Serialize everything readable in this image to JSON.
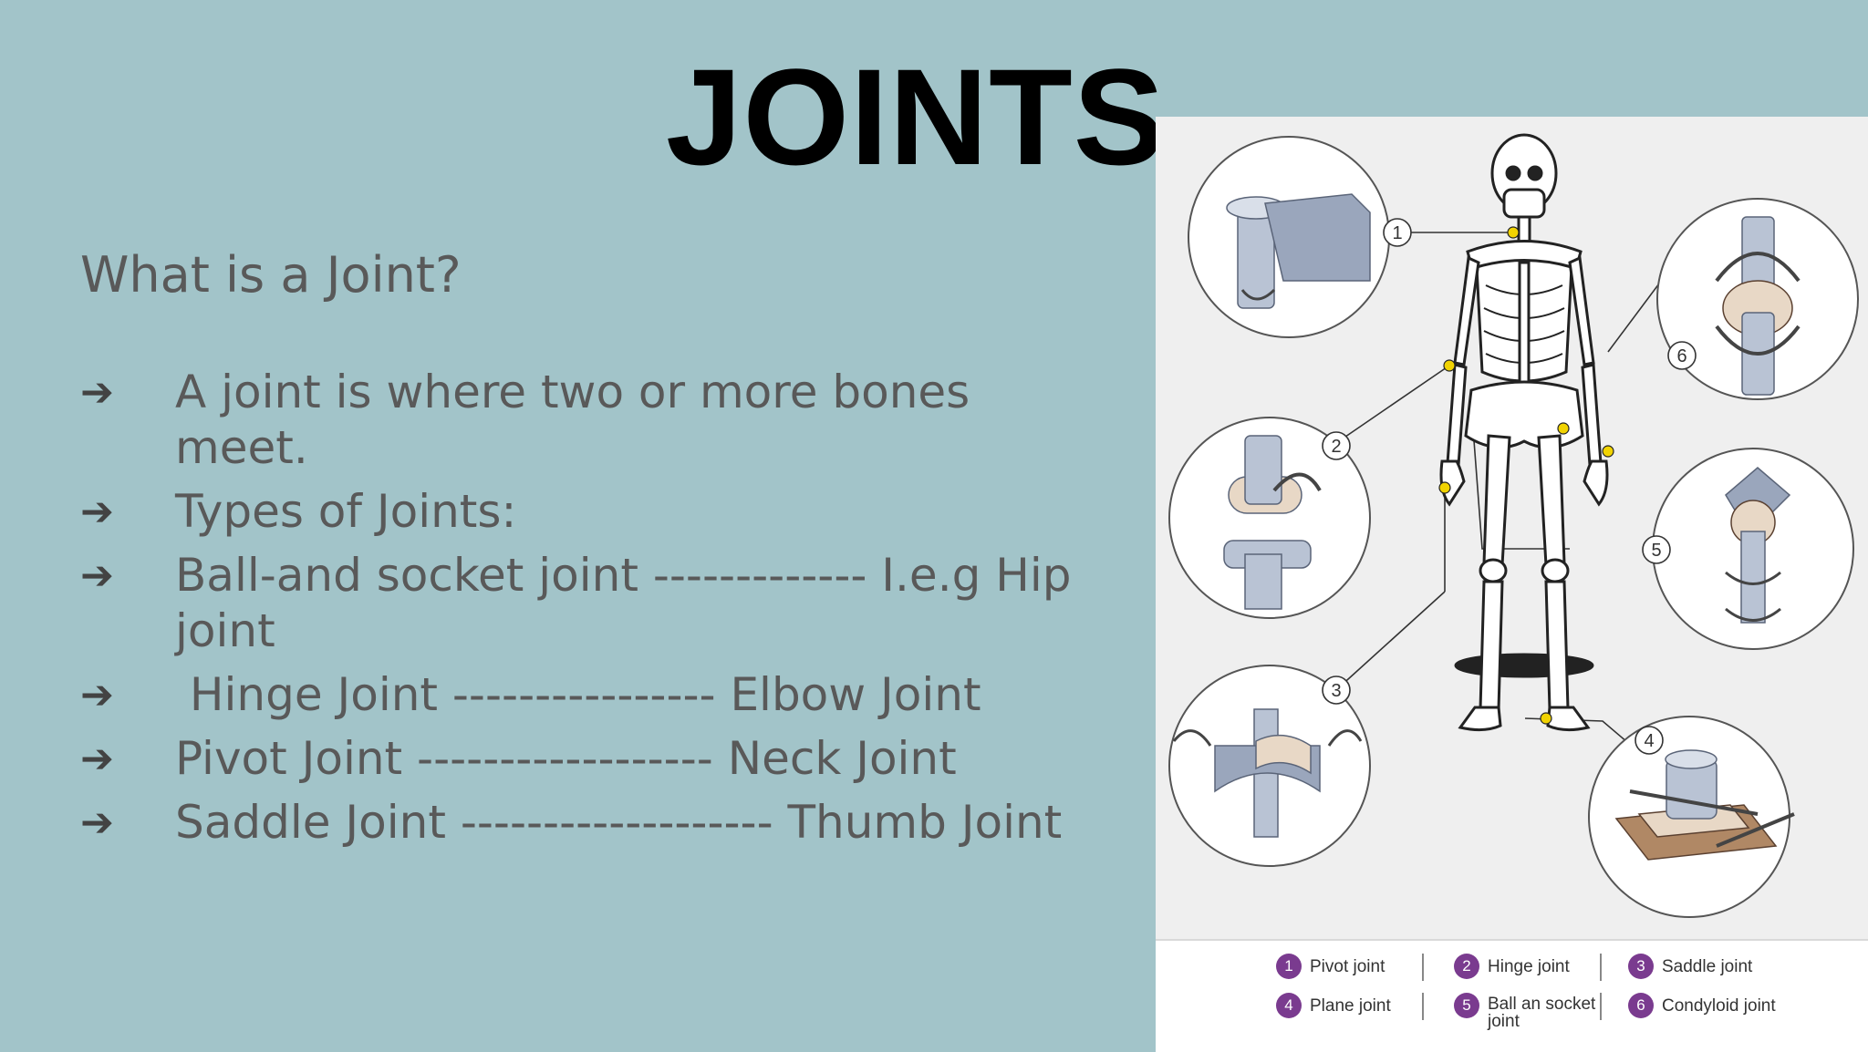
{
  "slide": {
    "title": "JOINTS",
    "subtitle": "What is a Joint?",
    "bullet_symbol": "➔",
    "bullets": [
      "A joint is where two or more bones meet.",
      "Types of Joints:",
      "Ball-and socket joint ------------- I.e.g Hip joint",
      " Hinge Joint ---------------- Elbow Joint",
      "Pivot Joint ------------------ Neck Joint",
      "Saddle Joint ------------------- Thumb Joint"
    ]
  },
  "figure": {
    "callout_numbers": [
      "1",
      "2",
      "3",
      "4",
      "5",
      "6"
    ],
    "legend": [
      {
        "num": "1",
        "label": "Pivot joint"
      },
      {
        "num": "2",
        "label": "Hinge joint"
      },
      {
        "num": "3",
        "label": "Saddle joint"
      },
      {
        "num": "4",
        "label": "Plane joint"
      },
      {
        "num": "5",
        "label": "Ball an socket joint"
      },
      {
        "num": "6",
        "label": "Condyloid joint"
      }
    ],
    "colors": {
      "legend_badge": "#7a3b8f",
      "joint_marker": "#f1d302",
      "slide_background": "#a2c4c9"
    }
  }
}
